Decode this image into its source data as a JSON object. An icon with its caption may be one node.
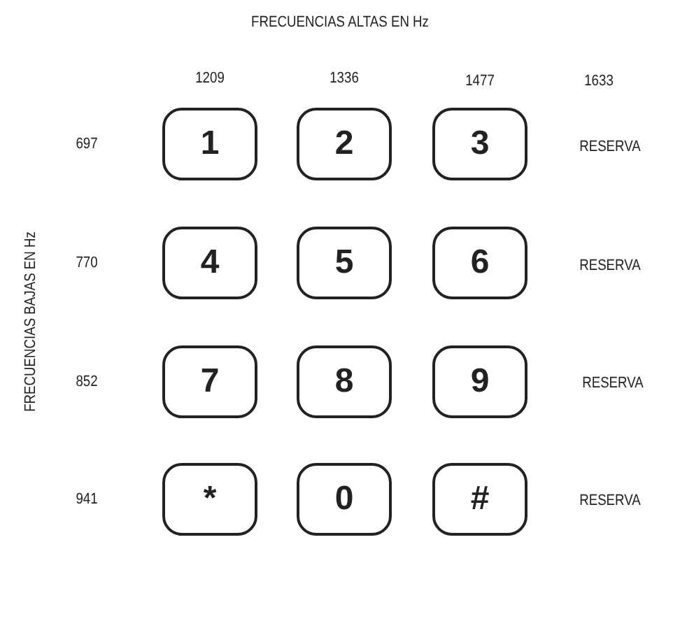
{
  "diagram": {
    "title": "FRECUENCIAS ALTAS EN Hz",
    "nodes": [
      {
        "text": [
          "1"
        ]
      },
      {
        "text": [
          "2"
        ]
      },
      {
        "text": [
          "3"
        ]
      },
      {
        "text": [
          "4"
        ]
      },
      {
        "text": [
          "5"
        ]
      },
      {
        "text": [
          "6"
        ]
      },
      {
        "text": [
          "7"
        ]
      },
      {
        "text": [
          "8"
        ]
      },
      {
        "text": [
          "9"
        ]
      },
      {
        "text": [
          "*"
        ]
      },
      {
        "text": [
          "0"
        ]
      },
      {
        "text": [
          "#"
        ]
      }
    ],
    "labels": [
      "1209",
      "1336",
      "1477",
      "1633",
      "FRECUENCIAS BAJAS EN Hz",
      "697",
      "RESERVA",
      "770",
      "RESERVA",
      "852",
      "RESERVA",
      "941",
      "RESERVA"
    ]
  }
}
